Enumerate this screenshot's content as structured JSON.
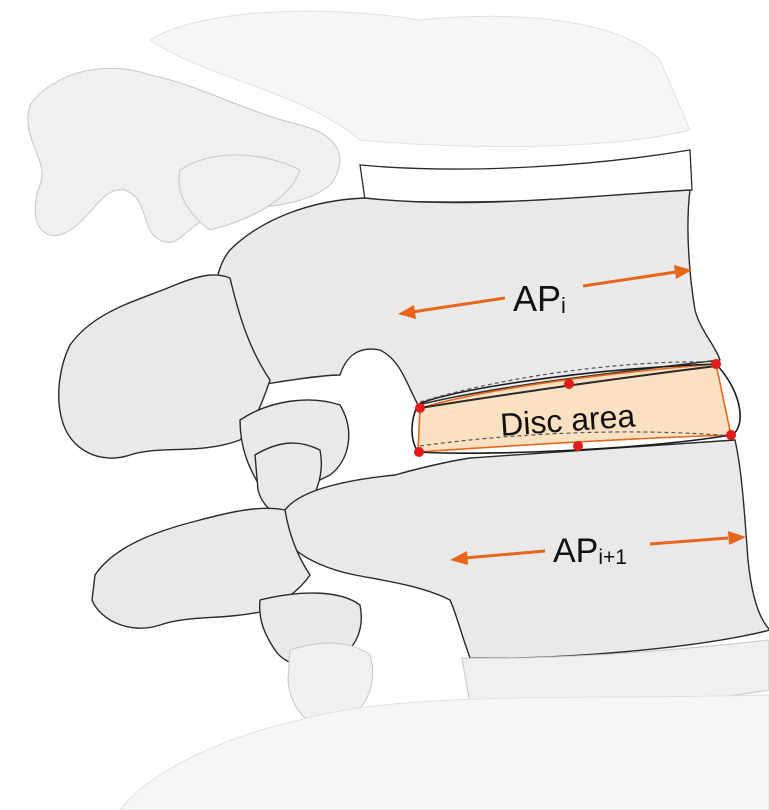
{
  "labels": {
    "ap_upper_main": "AP",
    "ap_upper_sub": "i",
    "disc": "Disc area",
    "ap_lower_main": "AP",
    "ap_lower_sub": "i+1"
  },
  "colors": {
    "accent": "#e8661c",
    "disc_fill": "#fbe1c1",
    "landmark": "#e21b1b"
  }
}
